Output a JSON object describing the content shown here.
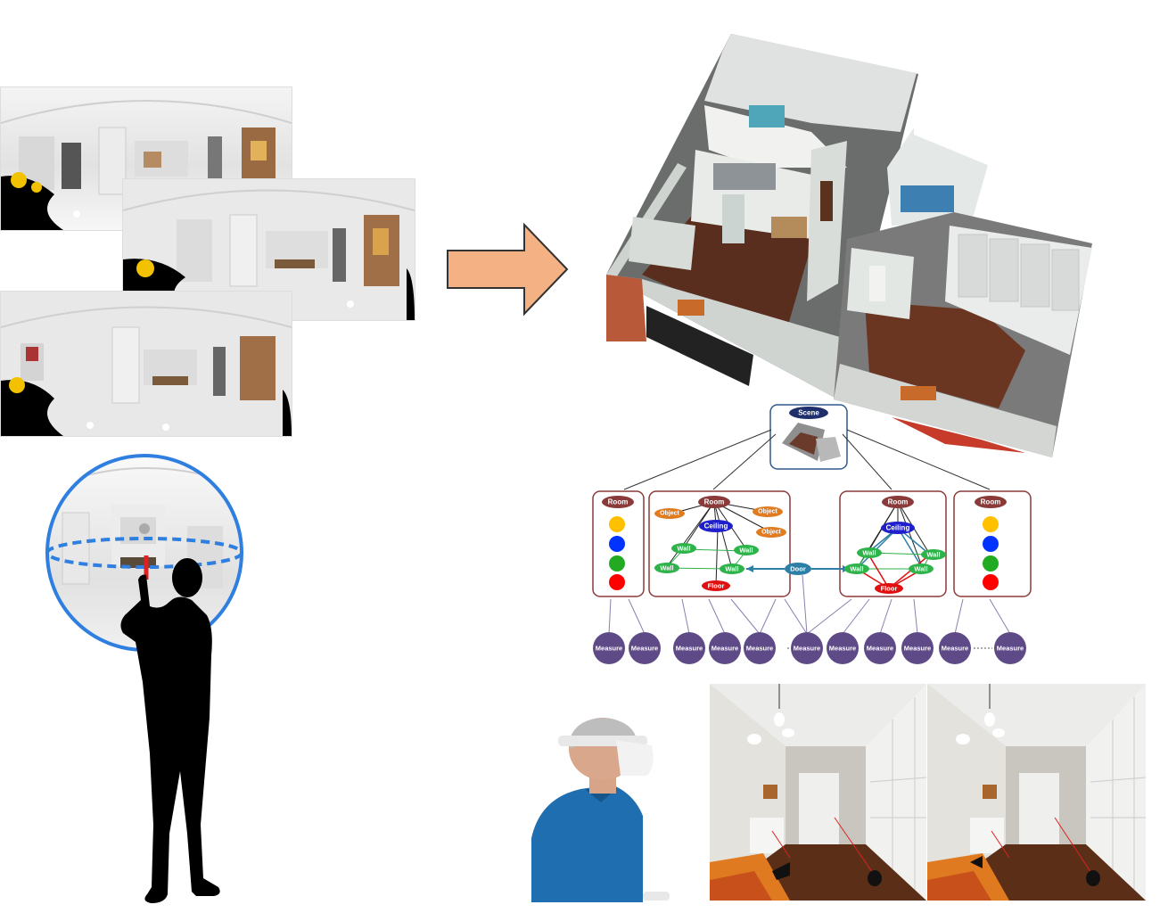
{
  "scene_graph": {
    "scene_label": "Scene",
    "room_label": "Room",
    "ceiling_label": "Ceiling",
    "wall_label": "Wall",
    "floor_label": "Floor",
    "object_label": "Object",
    "door_label": "Door",
    "measure_label": "Measure"
  },
  "colors": {
    "arrow_fill": "#F4B183",
    "arrow_stroke": "#333333",
    "room_node": "#8B3A3A",
    "room_box_border": "#8B3A3A",
    "ceiling_node": "#1F1FCC",
    "wall_node": "#2DB34A",
    "floor_node": "#E01010",
    "object_node": "#E07B1F",
    "door_node": "#2E7FA8",
    "measure_node": "#5E4A86",
    "scene_node": "#1F2F6B",
    "scene_box_border": "#2E5A8A",
    "sphere_border": "#2F7FE0",
    "viewer_line": "#E02020",
    "legend_dots": [
      "#FFC000",
      "#0033FF",
      "#22AA22",
      "#FF0000"
    ]
  }
}
